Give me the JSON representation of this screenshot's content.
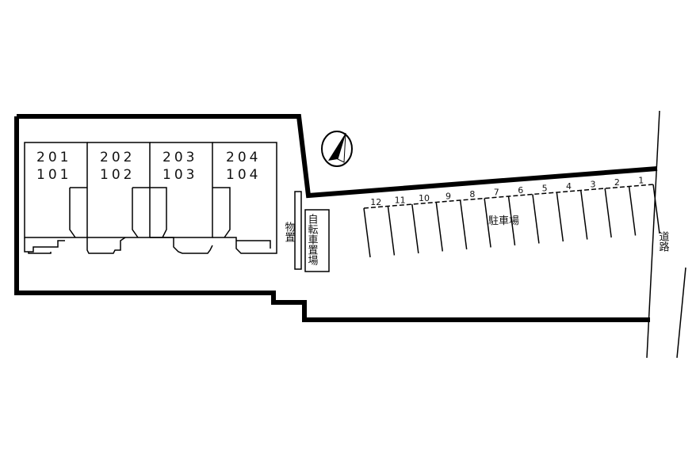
{
  "units": [
    {
      "upper": "201",
      "lower": "101"
    },
    {
      "upper": "202",
      "lower": "102"
    },
    {
      "upper": "203",
      "lower": "103"
    },
    {
      "upper": "204",
      "lower": "104"
    }
  ],
  "labels": {
    "storage": "物置",
    "bicycle_parking": "自転車置場",
    "parking": "駐車場",
    "road": "道路"
  },
  "parking_stalls": [
    "1",
    "2",
    "3",
    "4",
    "5",
    "6",
    "7",
    "8",
    "9",
    "10",
    "11",
    "12"
  ],
  "colors": {
    "line": "#000000",
    "background": "#ffffff"
  },
  "icons": {
    "north_arrow": "north-arrow-icon"
  }
}
